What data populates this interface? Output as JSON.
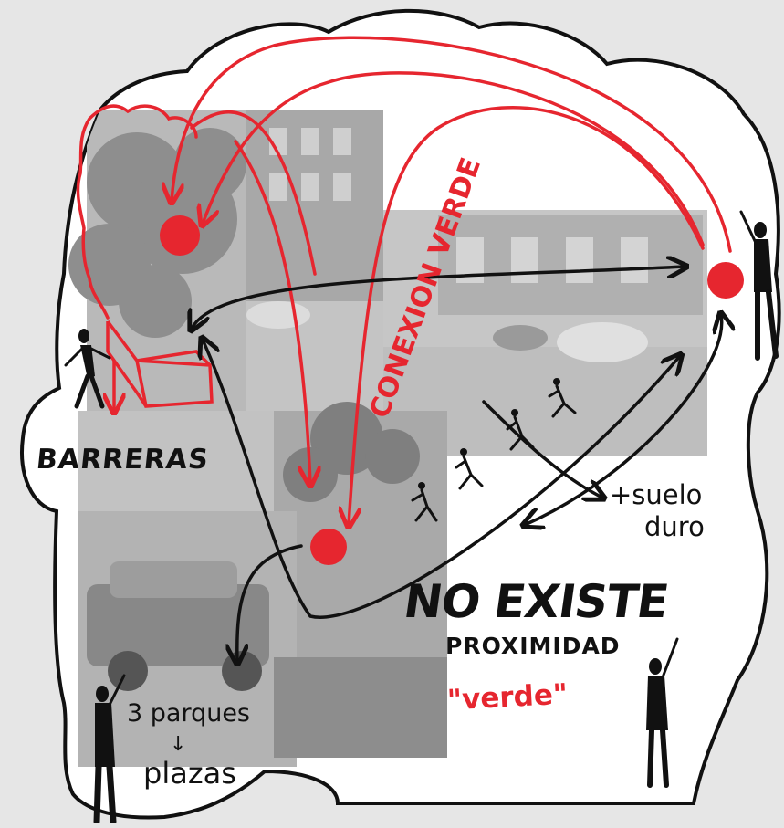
{
  "labels": {
    "barreras": "BARRERAS",
    "suelo_line1": "+suelo",
    "suelo_line2": "duro",
    "no_existe": "NO EXISTE",
    "proximidad": "PROXIMIDAD",
    "verde_quote": "\"verde\"",
    "parques": "3 parques",
    "parques_arrow": "↓",
    "plazas": "plazas",
    "conexion_verde": "CONEXION VERDE"
  },
  "colors": {
    "background": "#e6e6e6",
    "bubble_fill": "#ffffff",
    "outline": "#111111",
    "accent_red": "#e6262f",
    "photo_gray": "#bdbdbd"
  }
}
